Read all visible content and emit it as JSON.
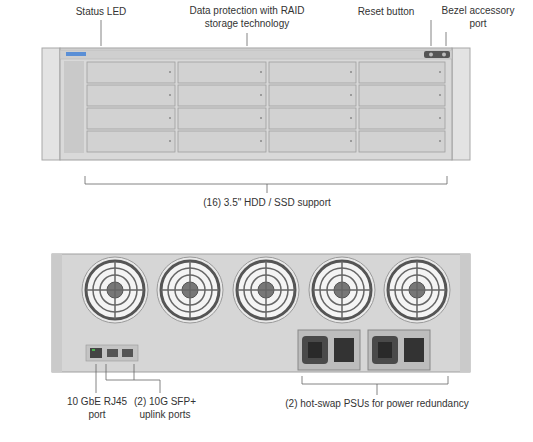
{
  "diagram": {
    "labels": [
      "Status LED",
      "Data protection with RAID storage technology",
      "Reset button",
      "Bezel accessory port",
      "(16) 3.5\" HDD / SSD support",
      "10 GbE RJ45 port",
      "(2) 10G SFP+ uplink ports",
      "(2) hot-swap PSUs for power redundancy"
    ]
  }
}
